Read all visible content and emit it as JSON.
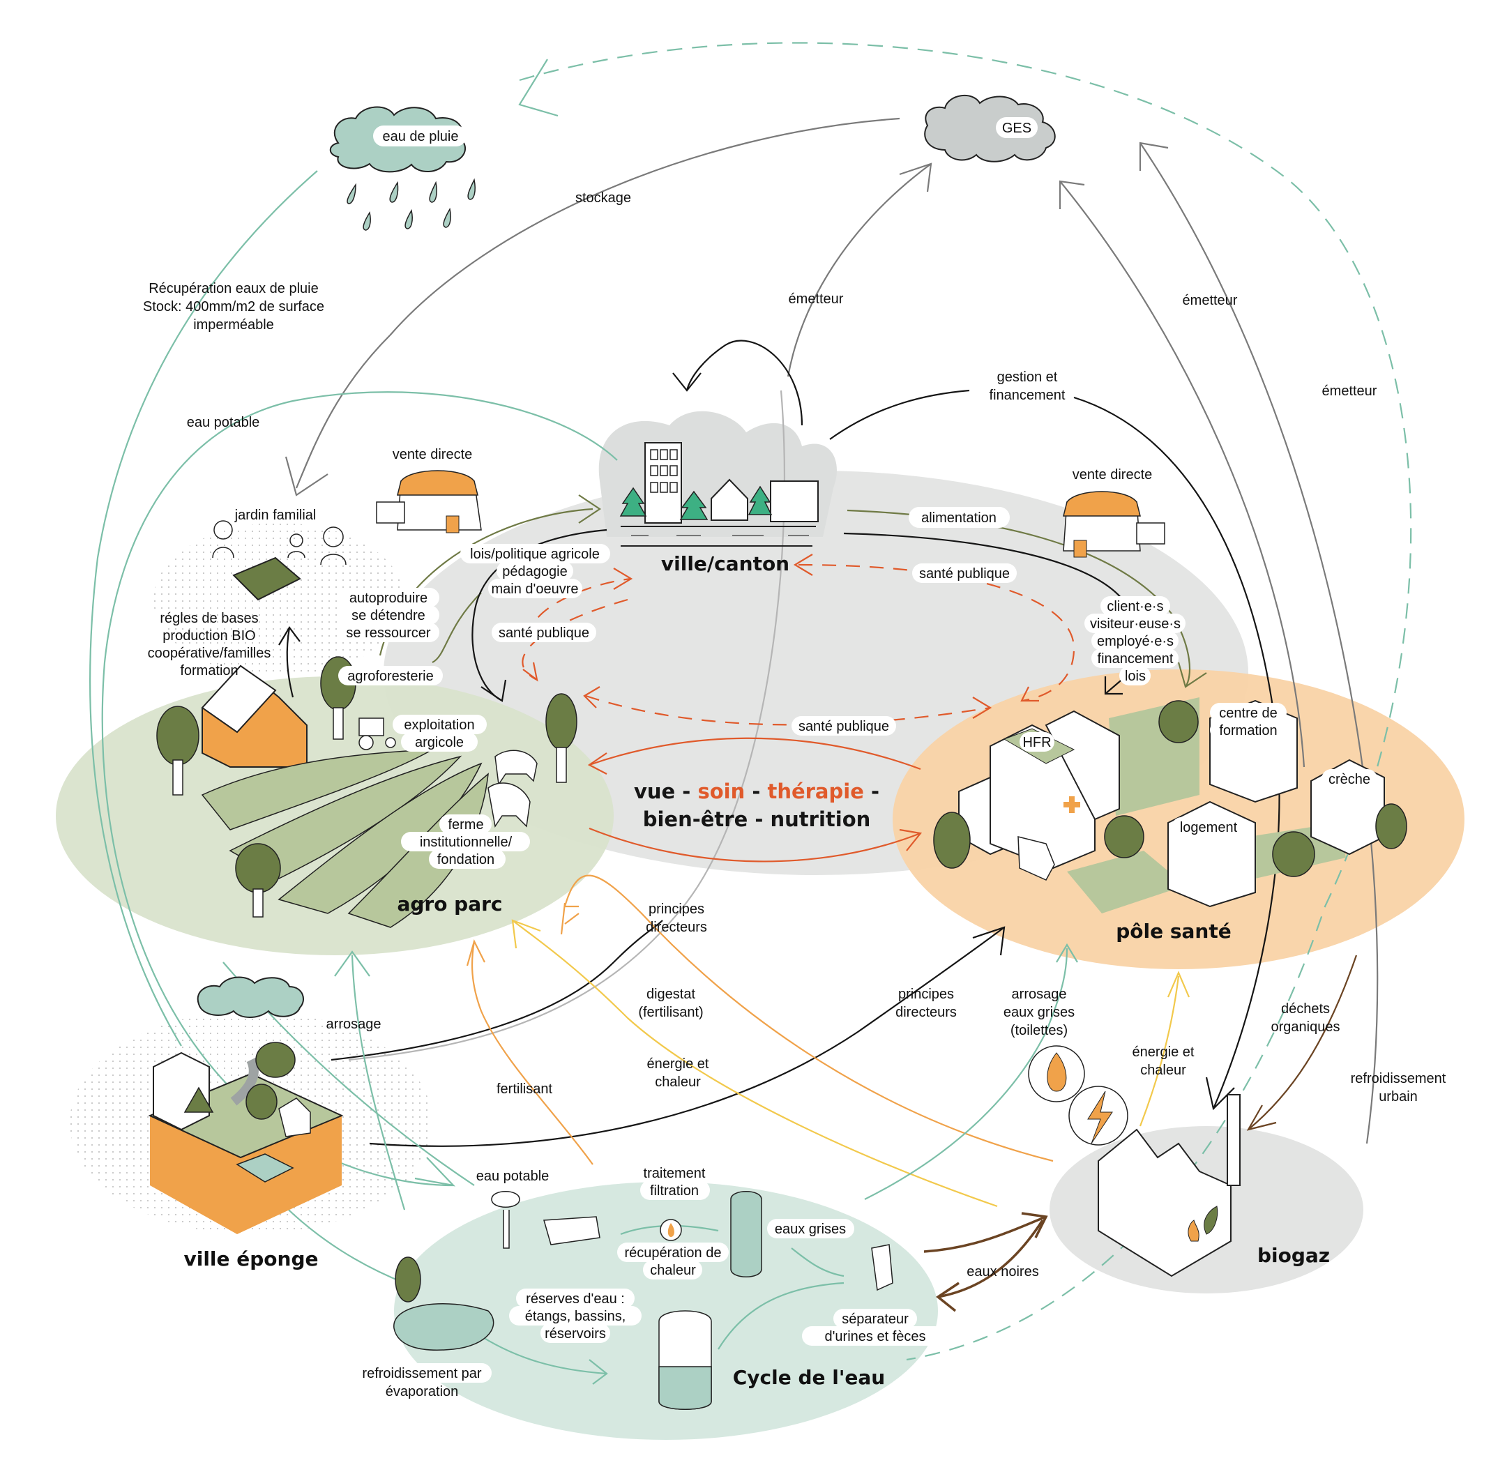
{
  "colors": {
    "black": "#151515",
    "grey_arrow": "#7a7a7a",
    "teal": "#7cbfa8",
    "olive": "#6f7a45",
    "orange_red": "#e05a2b",
    "orange": "#f0a24a",
    "yellow": "#f2c94c",
    "brown": "#6b4423",
    "zone_ville": "#e4e5e4",
    "zone_agro": "#d9e3cc",
    "zone_pole": "#f9d3a6",
    "zone_eau": "#d6e8e0",
    "zone_biogaz": "#e3e4e3",
    "cloud_rain": "#acd0c4",
    "cloud_ges": "#c9cdcc",
    "tree_green": "#6b7d45",
    "tree_bright": "#3db083"
  },
  "clouds": {
    "rain": "eau de pluie",
    "ges": "GES"
  },
  "zones": {
    "ville": "ville/canton",
    "agro": "agro parc",
    "pole": "pôle santé",
    "eponge": "ville éponge",
    "eau": "Cycle de l'eau",
    "biogaz": "biogaz"
  },
  "center": {
    "part1": "vue - ",
    "soin": "soin",
    "sep1": " - ",
    "therapie": "thérapie",
    "sep2": " -",
    "line2": "bien-être - nutrition"
  },
  "labels": {
    "stockage": "stockage",
    "recup1": "Récupération eaux de pluie",
    "recup2": "Stock: 400mm/m2 de surface",
    "recup3": "imperméable",
    "eau_potable_top": "eau potable",
    "emetteur1": "émetteur",
    "emetteur2": "émetteur",
    "emetteur3": "émetteur",
    "gestion1": "gestion et",
    "gestion2": "financement",
    "vente_left": "vente directe",
    "vente_right": "vente directe",
    "jardin": "jardin familial",
    "alimentation": "alimentation",
    "lois1": "lois/politique agricole",
    "lois2": "pédagogie",
    "lois3": "main d'oeuvre",
    "auto1": "autoproduire",
    "auto2": "se détendre",
    "auto3": "se ressourcer",
    "regles1": "régles de bases",
    "regles2": "production BIO",
    "regles3": "coopérative/familles",
    "regles4": "formation",
    "sante_left": "santé publique",
    "sante_right": "santé publique",
    "sante_bottom": "santé publique",
    "clients1": "client·e·s",
    "clients2": "visiteur·euse·s",
    "clients3": "employé·e·s",
    "clients4": "financement",
    "clients5": "lois",
    "agroforesterie": "agroforesterie",
    "exploit1": "exploitation",
    "exploit2": "argicole",
    "ferme1": "ferme",
    "ferme2": "institutionnelle/",
    "ferme3": "fondation",
    "hfr": "HFR",
    "centre1": "centre de",
    "centre2": "formation",
    "creche": "crèche",
    "logement": "logement",
    "principes_a1": "principes",
    "principes_a2": "directeurs",
    "principes_b1": "principes",
    "principes_b2": "directeurs",
    "arrosage": "arrosage",
    "digestat1": "digestat",
    "digestat2": "(fertilisant)",
    "fertilisant": "fertilisant",
    "energie_l1": "énergie et",
    "energie_l2": "chaleur",
    "arrosage_g1": "arrosage",
    "arrosage_g2": "eaux grises",
    "arrosage_g3": "(toilettes)",
    "energie_r1": "énergie et",
    "energie_r2": "chaleur",
    "dechets1": "déchets",
    "dechets2": "organiques",
    "refroid_u1": "refroidissement",
    "refroid_u2": "urbain",
    "eau_potable_bottom": "eau potable",
    "traitement1": "traitement",
    "traitement2": "filtration",
    "recup_chal1": "récupération de",
    "recup_chal2": "chaleur",
    "eaux_grises": "eaux grises",
    "reserves1": "réserves d'eau :",
    "reserves2": "étangs, bassins,",
    "reserves3": "réservoirs",
    "separateur1": "séparateur",
    "separateur2": "d'urines et fèces",
    "refroid_e1": "refroidissement par",
    "refroid_e2": "évaporation",
    "eaux_noires": "eaux noires"
  }
}
